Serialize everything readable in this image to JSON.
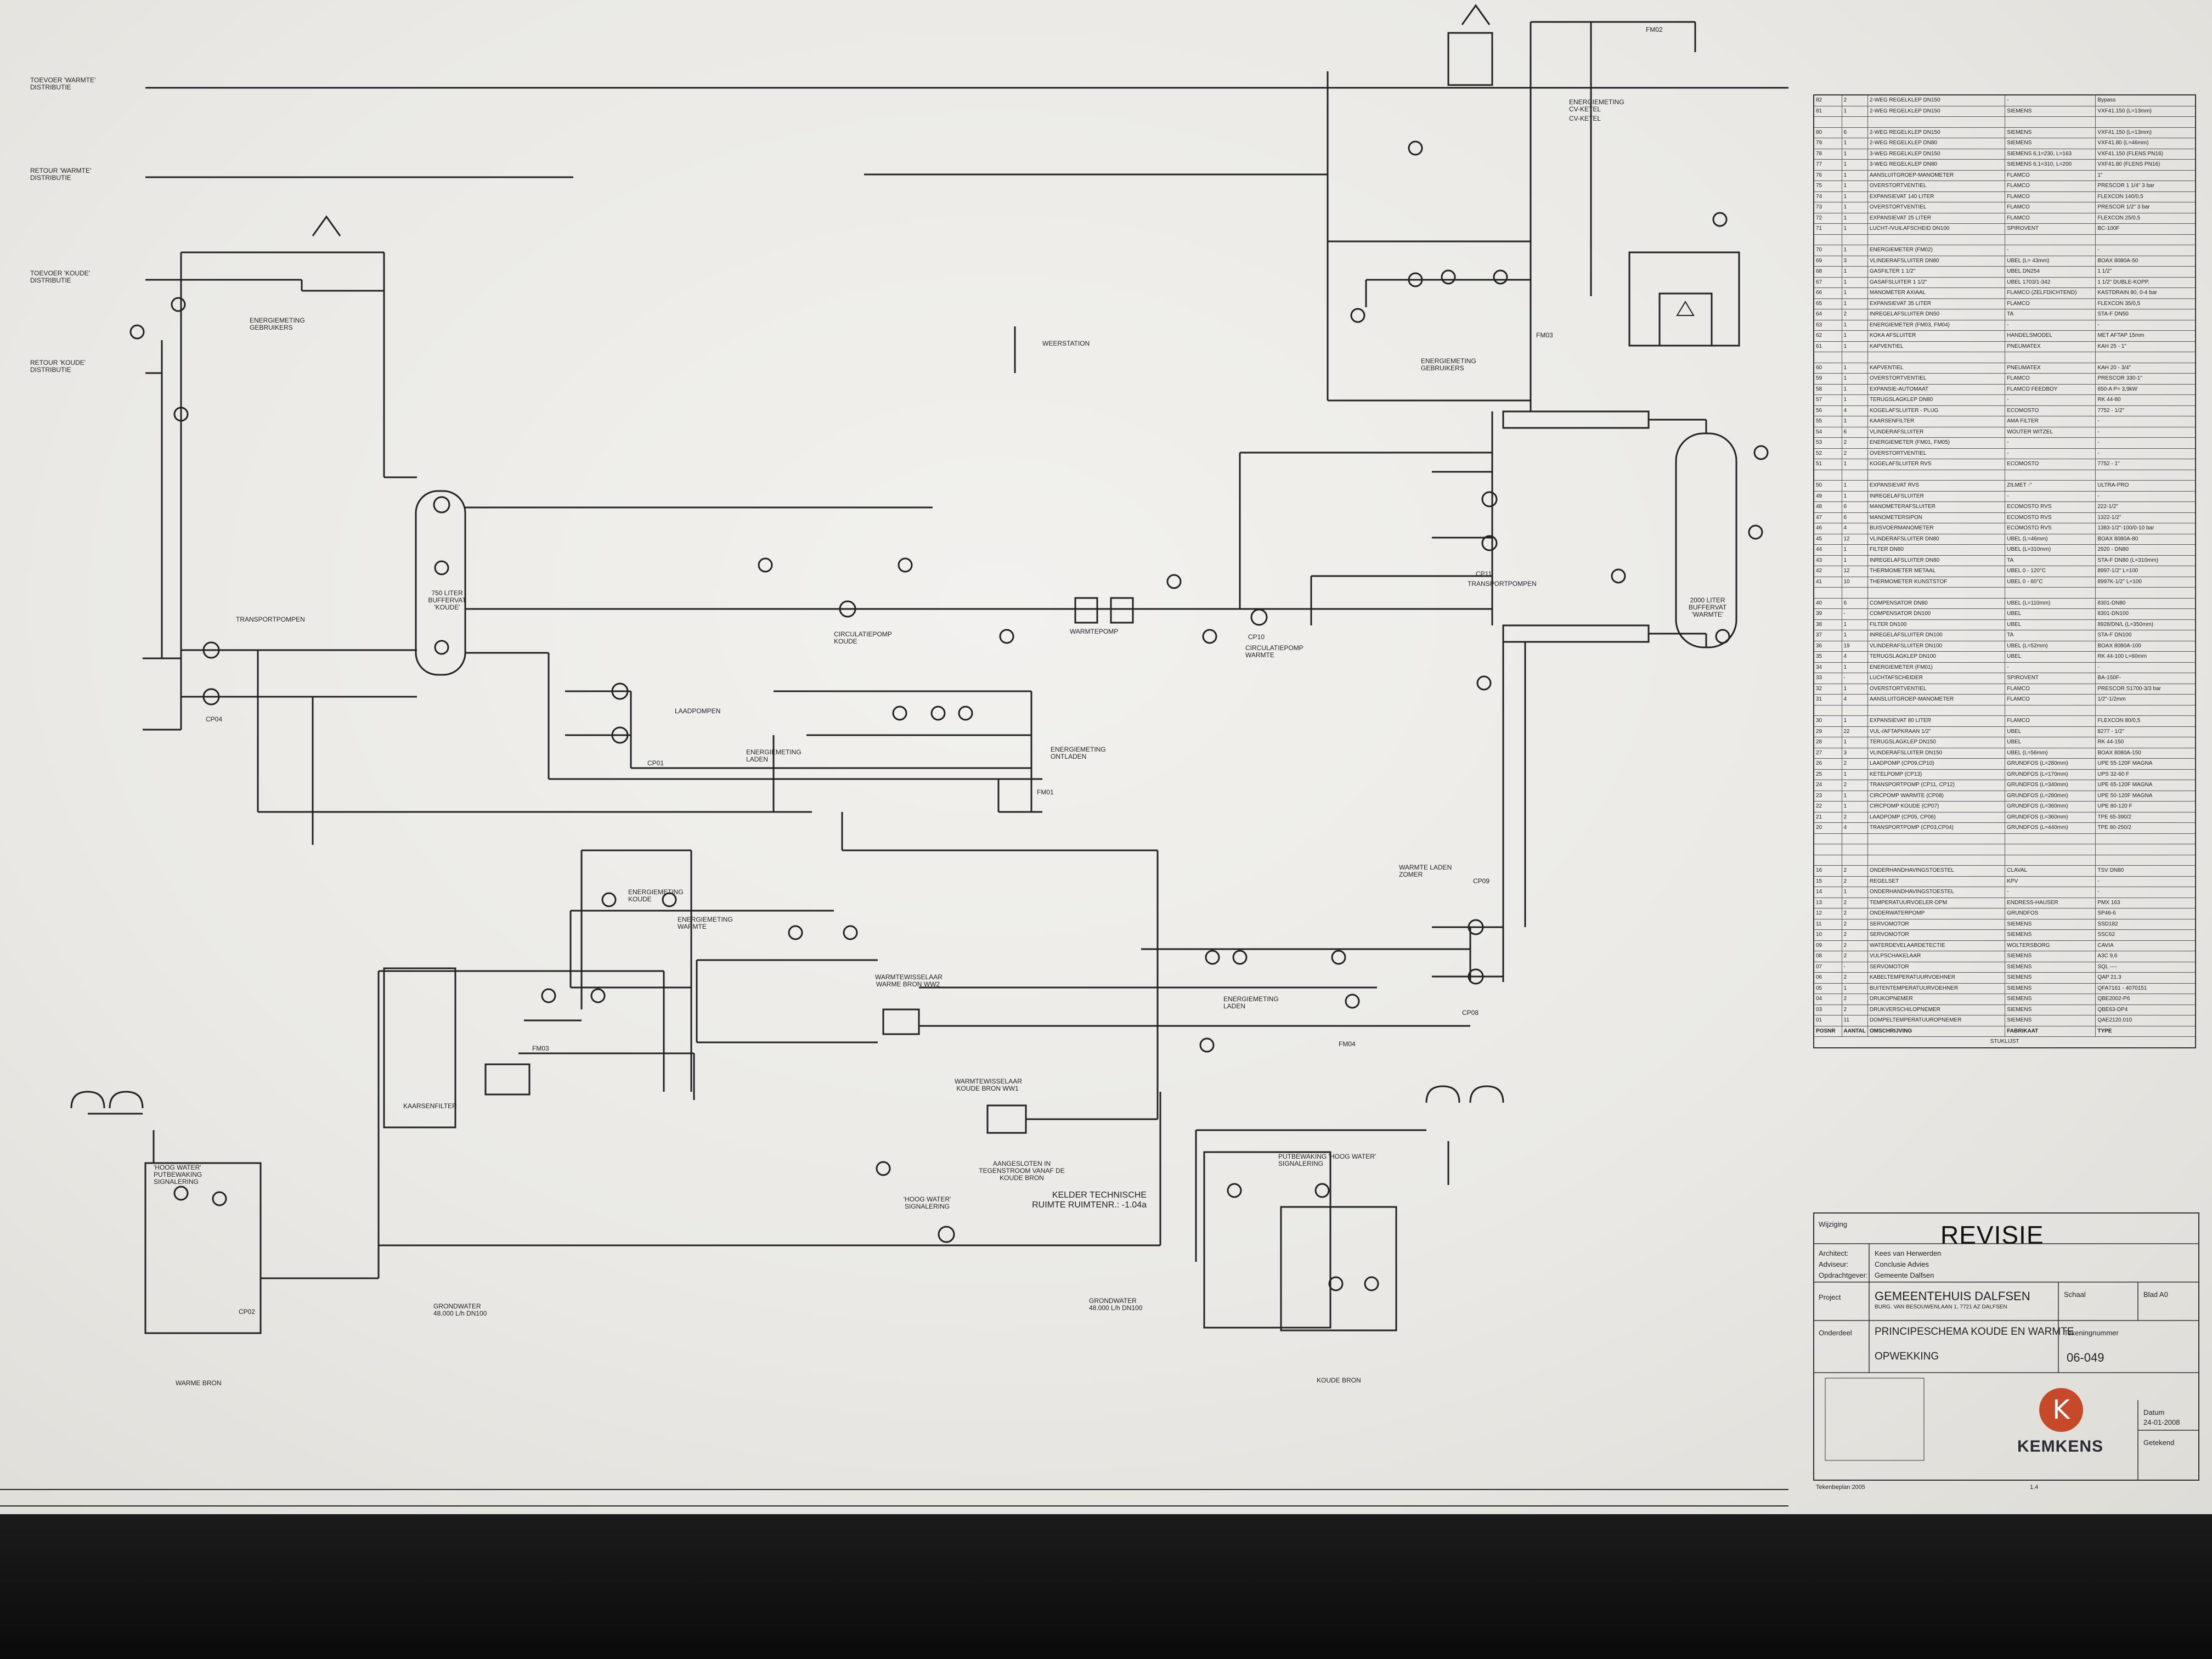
{
  "drawing": {
    "distribution_labels": [
      {
        "text": "TOEVOER 'WARMTE' DISTRIBUTIE"
      },
      {
        "text": "RETOUR 'WARMTE' DISTRIBUTIE"
      },
      {
        "text": "TOEVOER 'KOUDE' DISTRIBUTIE"
      },
      {
        "text": "RETOUR 'KOUDE' DISTRIBUTIE"
      }
    ],
    "labels": [
      "ENERGIEMETING GEBRUIKERS",
      "WEERSTATION",
      "750 LITER BUFFERVAT 'KOUDE'",
      "TRANSPORTPOMPEN",
      "CP01",
      "CP02",
      "CP04",
      "CIRCULATIEPOMP KOUDE",
      "WARMTEPOMP",
      "CIRCULATIEPOMP WARMTE",
      "CP10",
      "LAADPOMPEN",
      "ENERGIEMETING LADEN",
      "ENERGIEMETING ONTLADEN",
      "FM01",
      "ENERGIEMETING KOUDE",
      "ENERGIEMETING WARMTE",
      "WARMTEWISSELAAR WARME BRON WW2",
      "WARMTEWISSELAAR KOUDE BRON WW1",
      "AANGESLOTEN IN TEGENSTROOM VANAF DE KOUDE BRON",
      "'HOOG WATER' SIGNALERING",
      "KELDER TECHNISCHE RUIMTE RUIMTENR.: -1.04a",
      "KAARSENFILTER",
      "FM03",
      "FM04",
      "ENERGIEMETING LADEN",
      "WARMTE LADEN ZOMER",
      "CP08",
      "CP09",
      "CP11",
      "TRANSPORTPOMPEN",
      "2000 LITER BUFFERVAT 'WARMTE'",
      "FM03",
      "CV-KETEL",
      "ENERGIEMETING CV-KETEL",
      "ENERGIEMETING GEBRUIKERS",
      "FM02",
      "'HOOG WATER' PUTBEWAKING SIGNALERING",
      "PUTBEWAKING 'HOOG WATER' SIGNALERING",
      "GRONDWATER 48.000 L/h DN100",
      "GRONDWATER 48.000 L/h DN100",
      "WARME BRON",
      "KOUDE BRON"
    ]
  },
  "parts_list": {
    "header": [
      "POSNR",
      "AANTAL",
      "OMSCHRIJVING",
      "FABRIKAAT",
      "TYPE"
    ],
    "footer": "STUKLIJST",
    "rows": [
      [
        "82",
        "2",
        "2-WEG REGELKLEP DN150",
        "-",
        "Bypass"
      ],
      [
        "81",
        "1",
        "2-WEG REGELKLEP DN150",
        "SIEMENS",
        "VXF41.150 (L=13mm)"
      ],
      [
        "",
        "",
        "",
        "",
        ""
      ],
      [
        "80",
        "6",
        "2-WEG REGELKLEP DN150",
        "SIEMENS",
        "VXF41.150 (L=13mm)"
      ],
      [
        "79",
        "1",
        "2-WEG REGELKLEP DN80",
        "SIEMENS",
        "VXF41.80 (L=46mm)"
      ],
      [
        "78",
        "1",
        "3-WEG REGELKLEP DN150",
        "SIEMENS 6,1=230, L=163",
        "VXF41.150 (FLENS PN16)"
      ],
      [
        "77",
        "1",
        "3-WEG REGELKLEP DN80",
        "SIEMENS 6,1=310, L=200",
        "VXF41.80 (FLENS PN16)"
      ],
      [
        "76",
        "1",
        "AANSLUITGROEP-MANOMETER",
        "FLAMCO",
        "1\""
      ],
      [
        "75",
        "1",
        "OVERSTORTVENTIEL",
        "FLAMCO",
        "PRESCOR 1 1/4\" 3 bar"
      ],
      [
        "74",
        "1",
        "EXPANSIEVAT 140 LITER",
        "FLAMCO",
        "FLEXCON 140/0,5"
      ],
      [
        "73",
        "1",
        "OVERSTORTVENTIEL",
        "FLAMCO",
        "PRESCOR 1/2\" 3 bar"
      ],
      [
        "72",
        "1",
        "EXPANSIEVAT 25 LITER",
        "FLAMCO",
        "FLEXCON 25/0,5"
      ],
      [
        "71",
        "1",
        "LUCHT-/VUILAFSCHEID DN100",
        "SPIROVENT",
        "BC-100F"
      ],
      [
        "",
        "",
        "",
        "",
        ""
      ],
      [
        "70",
        "1",
        "ENERGIEMETER (FM02)",
        "-",
        "-"
      ],
      [
        "69",
        "3",
        "VLINDERAFSLUITER DN80",
        "UBEL (L= 43mm)",
        "BOAX 8080A-50"
      ],
      [
        "68",
        "1",
        "GASFILTER 1 1/2\"",
        "UBEL DN254",
        "1 1/2\""
      ],
      [
        "67",
        "1",
        "GASAFSLUITER 1 1/2\"",
        "UBEL 1703/1-342",
        "1 1/2\" DUBLE-KOPP."
      ],
      [
        "66",
        "1",
        "MANOMETER AXIAAL",
        "FLAMCO (ZELFDICHTEND)",
        "KASTDRAIN 80, 0-4 bar"
      ],
      [
        "65",
        "1",
        "EXPANSIEVAT 35 LITER",
        "FLAMCO",
        "FLEXCON 35/0,5"
      ],
      [
        "64",
        "2",
        "INREGELAFSLUITER DN50",
        "TA",
        "STA-F DN50"
      ],
      [
        "63",
        "1",
        "ENERGIEMETER (FM03, FM04)",
        "-",
        "-"
      ],
      [
        "62",
        "1",
        "KOKA AFSLUITER",
        "HANDELSMODEL",
        "MET AFTAP 15mm"
      ],
      [
        "61",
        "1",
        "KAPVENTIEL",
        "PNEUMATEX",
        "KAH 25 - 1\""
      ],
      [
        "",
        "",
        "",
        "",
        ""
      ],
      [
        "60",
        "1",
        "KAPVENTIEL",
        "PNEUMATEX",
        "KAH 20 - 3/4\""
      ],
      [
        "59",
        "1",
        "OVERSTORTVENTIEL",
        "FLAMCO",
        "PRESCOR 330-1\""
      ],
      [
        "58",
        "1",
        "EXPANSIE-AUTOMAAT",
        "FLAMCO FEEDBOY",
        "650-A P= 3,9kW"
      ],
      [
        "57",
        "1",
        "TERUGSLAGKLEP DN80",
        "-",
        "RK 44-80"
      ],
      [
        "56",
        "4",
        "KOGELAFSLUITER - PLUG",
        "ECOMOSTO",
        "7752 - 1/2\""
      ],
      [
        "55",
        "1",
        "KAARSENFILTER",
        "AMA FILTER",
        "-"
      ],
      [
        "54",
        "6",
        "VLINDERAFSLUITER",
        "WOUTER WITZEL",
        "-"
      ],
      [
        "53",
        "2",
        "ENERGIEMETER (FM01, FM05)",
        "-",
        "-"
      ],
      [
        "52",
        "2",
        "OVERSTORTVENTIEL",
        "-",
        "-"
      ],
      [
        "51",
        "1",
        "KOGELAFSLUITER RVS",
        "ECOMOSTO",
        "7752 - 1\""
      ],
      [
        "",
        "",
        "",
        "",
        ""
      ],
      [
        "50",
        "1",
        "EXPANSIEVAT RVS",
        "ZILMET -\"",
        "ULTRA-PRO"
      ],
      [
        "49",
        "1",
        "INREGELAFSLUITER",
        "-",
        "-"
      ],
      [
        "48",
        "6",
        "MANOMETERAFSLUITER",
        "ECOMOSTO RVS",
        "222-1/2\""
      ],
      [
        "47",
        "6",
        "MANOMETERSIPON",
        "ECOMOSTO RVS",
        "1322-1/2\""
      ],
      [
        "46",
        "4",
        "BUISVOERMANOMETER",
        "ECOMOSTO RVS",
        "1383-1/2\"-100/0-10 bar"
      ],
      [
        "45",
        "12",
        "VLINDERAFSLUITER DN80",
        "UBEL (L=46mm)",
        "BOAX 8080A-80"
      ],
      [
        "44",
        "1",
        "FILTER DN80",
        "UBEL (L=310mm)",
        "2920 - DN80"
      ],
      [
        "43",
        "1",
        "INREGELAFSLUITER DN80",
        "TA",
        "STA-F DN80 (L=310mm)"
      ],
      [
        "42",
        "12",
        "THERMOMETER METAAL",
        "UBEL 0 - 120°C",
        "8997-1/2\" L=100"
      ],
      [
        "41",
        "10",
        "THERMOMETER KUNSTSTOF",
        "UBEL 0 - 60°C",
        "8997K-1/2\" L=100"
      ],
      [
        "",
        "",
        "",
        "",
        ""
      ],
      [
        "40",
        "6",
        "COMPENSATOR DN80",
        "UBEL (L=110mm)",
        "8301-DN80"
      ],
      [
        "39",
        "-",
        "COMPENSATOR DN100",
        "UBEL",
        "8301-DN100"
      ],
      [
        "38",
        "1",
        "FILTER DN100",
        "UBEL",
        "8928/DN/L (L=350mm)"
      ],
      [
        "37",
        "1",
        "INREGELAFSLUITER DN100",
        "TA",
        "STA-F DN100"
      ],
      [
        "36",
        "19",
        "VLINDERAFSLUITER DN100",
        "UBEL (L=52mm)",
        "BOAX 8080A-100"
      ],
      [
        "35",
        "4",
        "TERUGSLAGKLEP DN100",
        "UBEL",
        "RK 44-100 L=60mm"
      ],
      [
        "34",
        "1",
        "ENERGIEMETER (FM01)",
        "-",
        "-"
      ],
      [
        "33",
        "-",
        "LUCHTAFSCHEIDER",
        "SPIROVENT",
        "BA-150F-"
      ],
      [
        "32",
        "1",
        "OVERSTORTVENTIEL",
        "FLAMCO",
        "PRESCOR S1700-3/3 bar"
      ],
      [
        "31",
        "4",
        "AANSLUITGROEP-MANOMETER",
        "FLAMCO",
        "1/2\"-1/2mm"
      ],
      [
        "",
        "",
        "",
        "",
        ""
      ],
      [
        "30",
        "1",
        "EXPANSIEVAT 80 LITER",
        "FLAMCO",
        "FLEXCON 80/0,5"
      ],
      [
        "29",
        "22",
        "VUL-/AFTAPKRAAN 1/2\"",
        "UBEL",
        "8277 - 1/2\""
      ],
      [
        "28",
        "1",
        "TERUGSLAGKLEP DN150",
        "UBEL",
        "RK 44-150"
      ],
      [
        "27",
        "3",
        "VLINDERAFSLUITER DN150",
        "UBEL (L=56mm)",
        "BOAX 8080A-150"
      ],
      [
        "26",
        "2",
        "LAADPOMP (CP09,CP10)",
        "GRUNDFOS (L=280mm)",
        "UPE 55-120F MAGNA"
      ],
      [
        "25",
        "1",
        "KETELPOMP (CP13)",
        "GRUNDFOS (L=170mm)",
        "UPS 32-60 F"
      ],
      [
        "24",
        "2",
        "TRANSPORTPOMP (CP11, CP12)",
        "GRUNDFOS (L=340mm)",
        "UPE 65-120F MAGNA"
      ],
      [
        "23",
        "1",
        "CIRCPOMP WARMTE (CP08)",
        "GRUNDFOS (L=280mm)",
        "UPE 50-120F MAGNA"
      ],
      [
        "22",
        "1",
        "CIRCPOMP KOUDE (CP07)",
        "GRUNDFOS (L=360mm)",
        "UPE 80-120 F"
      ],
      [
        "21",
        "2",
        "LAADPOMP (CP05, CP06)",
        "GRUNDFOS (L=360mm)",
        "TPE 65-390/2"
      ],
      [
        "20",
        "4",
        "TRANSPORTPOMP (CP03,CP04)",
        "GRUNDFOS (L=440mm)",
        "TPE 80-250/2"
      ],
      [
        "",
        "",
        "",
        "",
        ""
      ],
      [
        "",
        "",
        "",
        "",
        ""
      ],
      [
        "",
        "",
        "",
        "",
        ""
      ],
      [
        "16",
        "2",
        "ONDERHANDHAVINGSTOESTEL",
        "CLAVAL",
        "TSV DN80"
      ],
      [
        "15",
        "2",
        "REGELSET",
        "KPV",
        "-"
      ],
      [
        "14",
        "1",
        "ONDERHANDHAVINGSTOESTEL",
        "-",
        "-"
      ],
      [
        "13",
        "2",
        "TEMPERATUURVOELER-DPM",
        "ENDRESS-HAUSER",
        "PMX 163"
      ],
      [
        "12",
        "2",
        "ONDERWATERPOMP",
        "GRUNDFOS",
        "SP46-6"
      ],
      [
        "11",
        "2",
        "SERVOMOTOR",
        "SIEMENS",
        "SSD182"
      ],
      [
        "10",
        "2",
        "SERVOMOTOR",
        "SIEMENS",
        "SSC62"
      ],
      [
        "09",
        "2",
        "WATERDEVELAARDETECTIE",
        "WOLTERSBORG",
        "CAVIA"
      ],
      [
        "08",
        "2",
        "VULPSCHAKELAAR",
        "SIEMENS",
        "A3C 9,6"
      ],
      [
        "07",
        "-",
        "SERVOMOTOR",
        "SIEMENS",
        "SQL ----"
      ],
      [
        "06",
        "2",
        "KABELTEMPERATUURVOEHNER",
        "SIEMENS",
        "QAP 21.3"
      ],
      [
        "05",
        "1",
        "BUITENTEMPERATUURVOEHNER",
        "SIEMENS",
        "QFA7161 - 4070151"
      ],
      [
        "04",
        "2",
        "DRUKOPNEMER",
        "SIEMENS",
        "QBE2002-P6"
      ],
      [
        "03",
        "2",
        "DRUKVERSCHILOPNEMER",
        "SIEMENS",
        "QBE63-DP4"
      ],
      [
        "01",
        "11",
        "DOMPELTEMPERATUUROPNEMER",
        "SIEMENS",
        "QAE2120.010"
      ]
    ]
  },
  "title_block": {
    "revisie": "REVISIE",
    "row_labels": [
      "Wijziging",
      "Architect:",
      "Adviseur:",
      "Opdrachtgever:"
    ],
    "row_values": [
      "",
      "Kees van Herwerden",
      "Conclusie Advies",
      "Gemeente Dalfsen"
    ],
    "project_label": "Project",
    "project_name": "GEMEENTEHUIS DALFSEN",
    "project_address": "BURG. VAN BESOUWENLAAN 1, 7721 AZ DALFSEN",
    "subject_label": "Onderdeel",
    "subject_line1": "PRINCIPESCHEMA KOUDE EN WARMTE",
    "subject_line2": "OPWEKKING",
    "drawing_number_label": "Tekeningnummer",
    "drawing_number": "06-049",
    "company": "KEMKENS",
    "logo_letter": "K",
    "scale_label": "Schaal",
    "format_label": "Blad A0",
    "date_label": "Datum",
    "date_value": "24-01-2008",
    "drawn_label": "Getekend",
    "footer_note": "Tekenbeplan 2005",
    "footer_version": "1.4"
  }
}
